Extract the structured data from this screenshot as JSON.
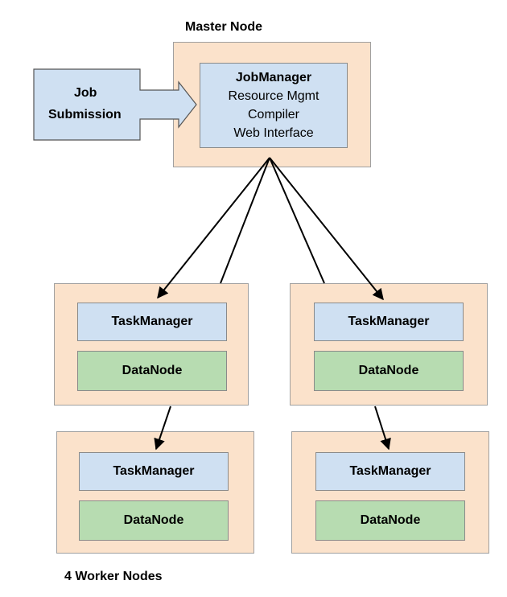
{
  "master": {
    "title": "Master Node",
    "jobmanager": {
      "title": "JobManager",
      "lines": [
        "Resource Mgmt",
        "Compiler",
        "Web Interface"
      ]
    }
  },
  "submission": {
    "line1": "Job",
    "line2": "Submission"
  },
  "workers": {
    "caption": "4 Worker Nodes",
    "nodes": [
      {
        "taskmanager": "TaskManager",
        "datanode": "DataNode"
      },
      {
        "taskmanager": "TaskManager",
        "datanode": "DataNode"
      },
      {
        "taskmanager": "TaskManager",
        "datanode": "DataNode"
      },
      {
        "taskmanager": "TaskManager",
        "datanode": "DataNode"
      }
    ]
  },
  "colors": {
    "node_fill": "#fbe2cb",
    "blue_box": "#cfe0f2",
    "green_box": "#b7dcb1"
  }
}
